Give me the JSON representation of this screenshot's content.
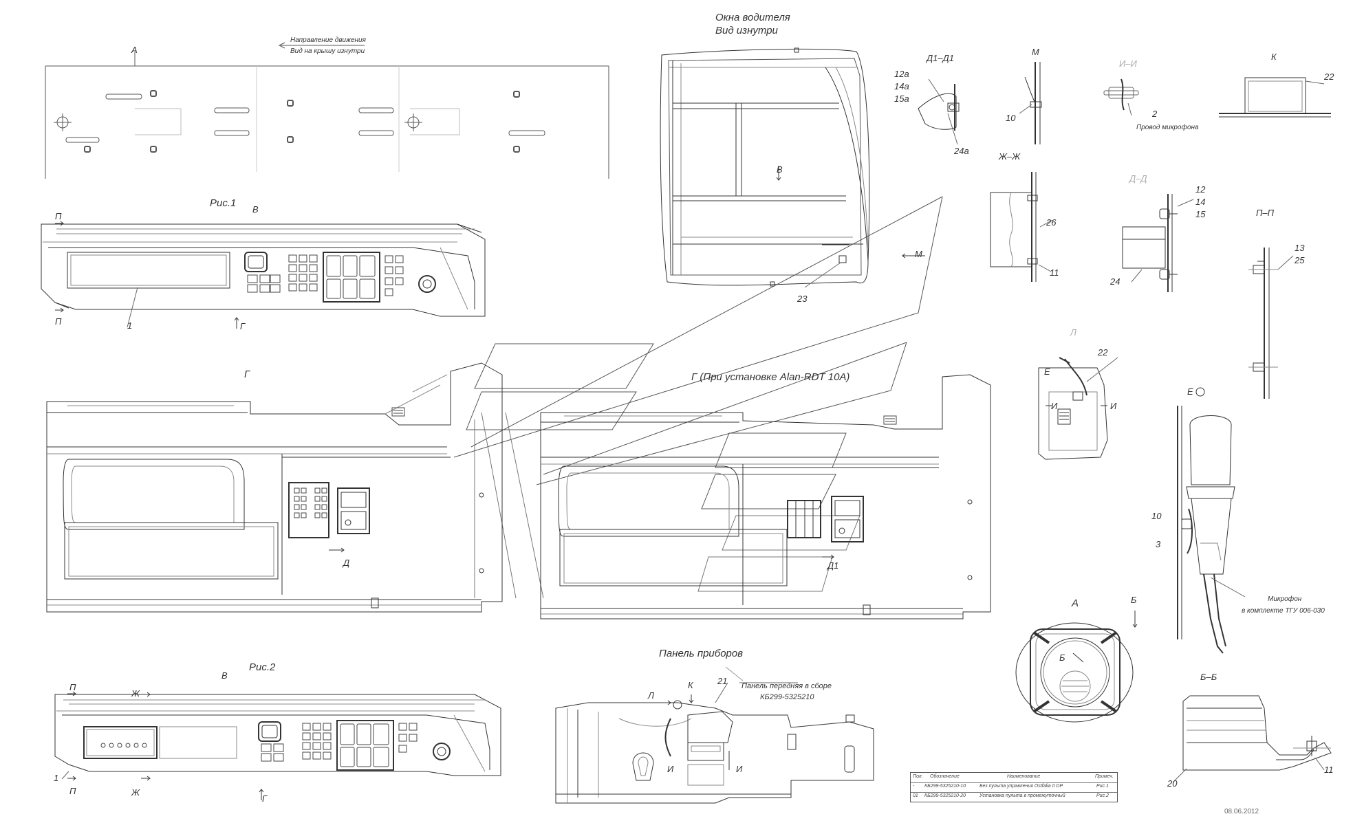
{
  "views": {
    "driver_window_title_line1": "Окна водителя",
    "driver_window_title_line2": "Вид изнутри",
    "direction_line1": "Направление движения",
    "direction_line2": "Вид на крышу изнутри",
    "fig1_title": "Рис.1",
    "fig2_title": "Рис.2",
    "view_g_title": "Г",
    "view_g_alan_title": "Г (При установке Alan-RDT 10A)",
    "instrument_panel_title": "Панель приборов",
    "front_panel_line1": "Панель передняя в сборе",
    "front_panel_line2": "КБ299-5325210",
    "mic_wire": "Провод микрофона",
    "mic_line1": "Микрофон",
    "mic_line2": "в комплекте ТГУ 006-030"
  },
  "section_labels": {
    "a_roof": "А",
    "v_fig1": "В",
    "v_fig2": "В",
    "v_window": "В",
    "m_window": "М",
    "p_top1": "П",
    "p_bot1": "П",
    "g_bot1": "Г",
    "p_top2": "П",
    "zh_top2": "Ж",
    "p_bot2": "П",
    "zh_bot2": "Ж",
    "g_bot2": "Г",
    "d_view": "Д",
    "d1_view": "Д1",
    "l_panel": "Л",
    "k_panel": "К",
    "i_left": "И",
    "i_right": "И",
    "d1d1": "Д1–Д1",
    "m_detail": "М",
    "ii_detail": "И–И",
    "k_detail": "К",
    "zhzh_detail": "Ж–Ж",
    "dd_detail": "Д–Д",
    "pp_detail": "П–П",
    "l_detail": "Л",
    "e_detail": "Е",
    "i_detail_l": "И",
    "i_detail_r": "И",
    "e_rot": "Е",
    "a_speaker": "А",
    "b_speaker": "Б",
    "b_arrow": "Б",
    "bb_detail": "Б–Б"
  },
  "positions": {
    "p1": "1",
    "p1b": "1",
    "p2": "2",
    "p3": "3",
    "p10a": "10",
    "p10b": "10",
    "p11a": "11",
    "p11b": "11",
    "p12": "12",
    "p12a": "12а",
    "p13": "13",
    "p14": "14",
    "p14a": "14а",
    "p15": "15",
    "p15a": "15а",
    "p20": "20",
    "p21": "21",
    "p22a": "22",
    "p22b": "22",
    "p23": "23",
    "p24": "24",
    "p24a": "24а",
    "p25": "25",
    "p26": "26"
  },
  "title_block": {
    "headers": [
      "Пол.",
      "Обозначение",
      "Наименование",
      "Примеч."
    ],
    "rows": [
      [
        "-",
        "КБ299-5325210-10",
        "Без пульта управления Ostfalia II DP",
        "Рис.1"
      ],
      [
        "01",
        "КБ299-5325210-20",
        "Установка пульта в промежуточный",
        "Рис.2"
      ]
    ]
  },
  "date": "08.06.2012"
}
